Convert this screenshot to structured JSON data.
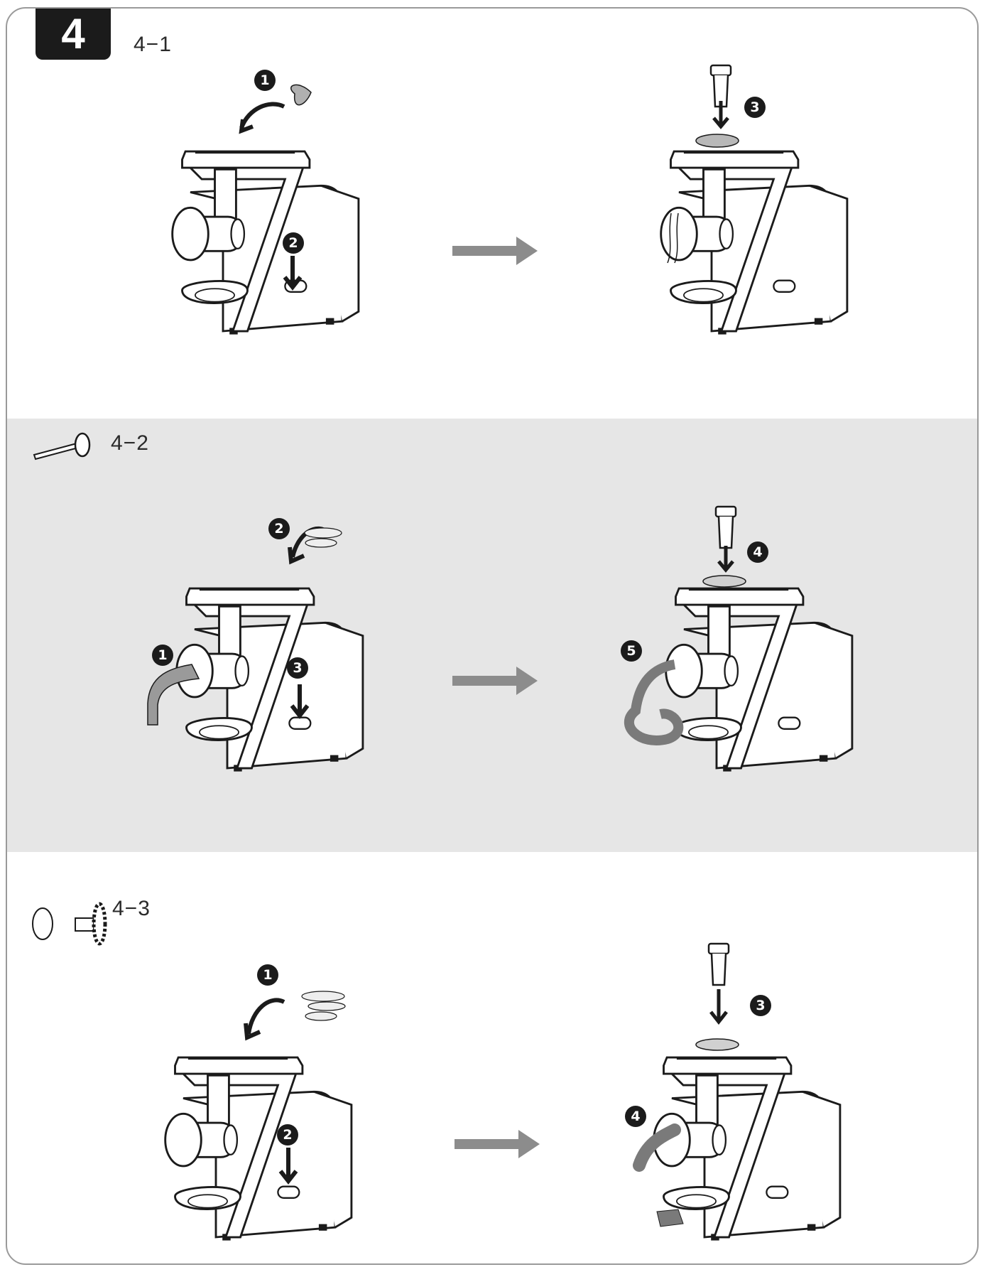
{
  "step": {
    "number": "4"
  },
  "sections": [
    {
      "id": "4-1",
      "label": "4−1",
      "callouts_left": [
        "1",
        "2"
      ],
      "callouts_right": [
        "3"
      ]
    },
    {
      "id": "4-2",
      "label": "4−2",
      "callouts_left": [
        "1",
        "2",
        "3"
      ],
      "callouts_right": [
        "4",
        "5"
      ]
    },
    {
      "id": "4-3",
      "label": "4−3",
      "callouts_left": [
        "1",
        "2"
      ],
      "callouts_right": [
        "3",
        "4"
      ]
    }
  ],
  "colors": {
    "band": "#e6e6e6",
    "arrow": "#8c8c8c",
    "ink": "#1b1b1b",
    "output": "#9a9a9a"
  }
}
